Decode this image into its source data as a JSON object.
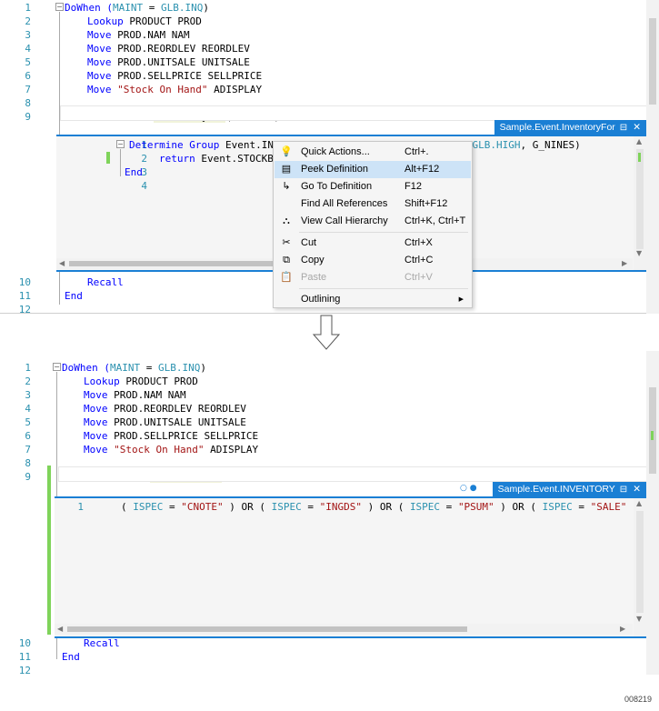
{
  "top": {
    "lines": [
      {
        "n": "1",
        "parts": [
          [
            "DoWhen (",
            "kw"
          ],
          [
            "MAINT",
            "teal"
          ],
          [
            " = ",
            ""
          ],
          [
            "GLB.INQ",
            "teal"
          ],
          [
            ")",
            ""
          ]
        ]
      },
      {
        "n": "2",
        "parts": [
          [
            "Lookup ",
            "kw"
          ],
          [
            "PRODUCT PROD",
            ""
          ]
        ]
      },
      {
        "n": "3",
        "parts": [
          [
            "Move ",
            "kw"
          ],
          [
            "PROD.NAM NAM",
            ""
          ]
        ]
      },
      {
        "n": "4",
        "parts": [
          [
            "Move ",
            "kw"
          ],
          [
            "PROD.REORDLEV REORDLEV",
            ""
          ]
        ]
      },
      {
        "n": "5",
        "parts": [
          [
            "Move ",
            "kw"
          ],
          [
            "PROD.UNITSALE UNITSALE",
            ""
          ]
        ]
      },
      {
        "n": "6",
        "parts": [
          [
            "Move ",
            "kw"
          ],
          [
            "PROD.SELLPRICE SELLPRICE",
            ""
          ]
        ]
      },
      {
        "n": "7",
        "parts": [
          [
            "Move ",
            "kw"
          ],
          [
            "\"Stock On Hand\"",
            "str"
          ],
          [
            " ADISPLAY",
            ""
          ]
        ]
      },
      {
        "n": "8",
        "parts": []
      },
      {
        "n": "9",
        "parts": [
          [
            "Move ",
            "kw"
          ],
          [
            "Event.",
            ""
          ],
          [
            "InventoryFor",
            "hl"
          ],
          [
            "(PRODUCT) STOCKBAL",
            ""
          ]
        ]
      }
    ],
    "peek_tab": "Sample.Event.InventoryFor",
    "peek_lines": [
      {
        "n": "1",
        "parts": [
          [
            "Determine Group ",
            "kw"
          ],
          [
            "Event.INVENTORY (PRODUCT) Peek (G_NINES, ",
            ""
          ],
          [
            "GLB.HIGH",
            "teal"
          ],
          [
            ", G_NINES)",
            ""
          ]
        ]
      },
      {
        "n": "2",
        "parts": [
          [
            "return ",
            "kw"
          ],
          [
            "Event.STOCKBA",
            ""
          ]
        ]
      },
      {
        "n": "3",
        "parts": [
          [
            "End",
            "kw"
          ]
        ]
      },
      {
        "n": "4",
        "parts": []
      }
    ],
    "after_lines": [
      {
        "n": "10",
        "parts": [
          [
            "Recall",
            "kw"
          ]
        ]
      },
      {
        "n": "11",
        "parts": [
          [
            "End",
            "kw"
          ]
        ]
      },
      {
        "n": "12",
        "parts": []
      }
    ]
  },
  "menu": {
    "items": [
      {
        "icon": "💡",
        "icon_name": "lightbulb-icon",
        "label": "Quick Actions...",
        "shortcut": "Ctrl+.",
        "selected": false,
        "disabled": false
      },
      {
        "icon": "▤",
        "icon_name": "peek-definition-icon",
        "label": "Peek Definition",
        "shortcut": "Alt+F12",
        "selected": true,
        "disabled": false
      },
      {
        "icon": "↳",
        "icon_name": "go-to-definition-icon",
        "label": "Go To Definition",
        "shortcut": "F12",
        "selected": false,
        "disabled": false
      },
      {
        "icon": "",
        "icon_name": "",
        "label": "Find All References",
        "shortcut": "Shift+F12",
        "selected": false,
        "disabled": false
      },
      {
        "icon": "⛬",
        "icon_name": "call-hierarchy-icon",
        "label": "View Call Hierarchy",
        "shortcut": "Ctrl+K, Ctrl+T",
        "selected": false,
        "disabled": false
      },
      {
        "sep": true
      },
      {
        "icon": "✂",
        "icon_name": "cut-icon",
        "label": "Cut",
        "shortcut": "Ctrl+X",
        "selected": false,
        "disabled": false
      },
      {
        "icon": "⧉",
        "icon_name": "copy-icon",
        "label": "Copy",
        "shortcut": "Ctrl+C",
        "selected": false,
        "disabled": false
      },
      {
        "icon": "📋",
        "icon_name": "paste-icon",
        "label": "Paste",
        "shortcut": "Ctrl+V",
        "selected": false,
        "disabled": true
      },
      {
        "sep": true
      },
      {
        "icon": "",
        "icon_name": "",
        "label": "Outlining",
        "shortcut": "",
        "selected": false,
        "disabled": false,
        "submenu": true
      }
    ]
  },
  "bottom": {
    "lines": [
      {
        "n": "1",
        "parts": [
          [
            "DoWhen (",
            "kw"
          ],
          [
            "MAINT",
            "teal"
          ],
          [
            " = ",
            ""
          ],
          [
            "GLB.INQ",
            "teal"
          ],
          [
            ")",
            ""
          ]
        ]
      },
      {
        "n": "2",
        "parts": [
          [
            "Lookup ",
            "kw"
          ],
          [
            "PRODUCT PROD",
            ""
          ]
        ]
      },
      {
        "n": "3",
        "parts": [
          [
            "Move ",
            "kw"
          ],
          [
            "PROD.NAM NAM",
            ""
          ]
        ]
      },
      {
        "n": "4",
        "parts": [
          [
            "Move ",
            "kw"
          ],
          [
            "PROD.REORDLEV REORDLEV",
            ""
          ]
        ]
      },
      {
        "n": "5",
        "parts": [
          [
            "Move ",
            "kw"
          ],
          [
            "PROD.UNITSALE UNITSALE",
            ""
          ]
        ]
      },
      {
        "n": "6",
        "parts": [
          [
            "Move ",
            "kw"
          ],
          [
            "PROD.SELLPRICE SELLPRICE",
            ""
          ]
        ]
      },
      {
        "n": "7",
        "parts": [
          [
            "Move ",
            "kw"
          ],
          [
            "\"Stock On Hand\"",
            "str"
          ],
          [
            " ADISPLAY",
            ""
          ]
        ]
      },
      {
        "n": "8",
        "parts": []
      },
      {
        "n": "9",
        "parts": [
          [
            "Move ",
            "kw"
          ],
          [
            "Event.",
            ""
          ],
          [
            "InventoryFor",
            "hl"
          ],
          [
            "(PRODUCT) STOCKBAL",
            ""
          ]
        ]
      }
    ],
    "peek_tab": "Sample.Event.INVENTORY",
    "peek_lines": [
      {
        "n": "1",
        "parts": [
          [
            "( ",
            ""
          ],
          [
            "ISPEC",
            "teal"
          ],
          [
            " = ",
            ""
          ],
          [
            "\"CNOTE\"",
            "str"
          ],
          [
            " ) OR ( ",
            ""
          ],
          [
            "ISPEC",
            "teal"
          ],
          [
            " = ",
            ""
          ],
          [
            "\"INGDS\"",
            "str"
          ],
          [
            " ) OR ( ",
            ""
          ],
          [
            "ISPEC",
            "teal"
          ],
          [
            " = ",
            ""
          ],
          [
            "\"PSUM\"",
            "str"
          ],
          [
            " ) OR ( ",
            ""
          ],
          [
            "ISPEC",
            "teal"
          ],
          [
            " = ",
            ""
          ],
          [
            "\"SALE\"",
            "str"
          ],
          [
            " ) : >",
            ""
          ]
        ]
      }
    ],
    "after_lines": [
      {
        "n": "10",
        "parts": [
          [
            "Recall",
            "kw"
          ]
        ]
      },
      {
        "n": "11",
        "parts": [
          [
            "End",
            "kw"
          ]
        ]
      },
      {
        "n": "12",
        "parts": []
      }
    ]
  },
  "footer": {
    "id": "008219"
  },
  "glyphs": {
    "close": "✕",
    "pin": "⊟",
    "expand": "−",
    "submenu_arrow": "▶",
    "scroll_up": "▲",
    "scroll_down": "▼",
    "scroll_left": "◀",
    "scroll_right": "▶"
  }
}
